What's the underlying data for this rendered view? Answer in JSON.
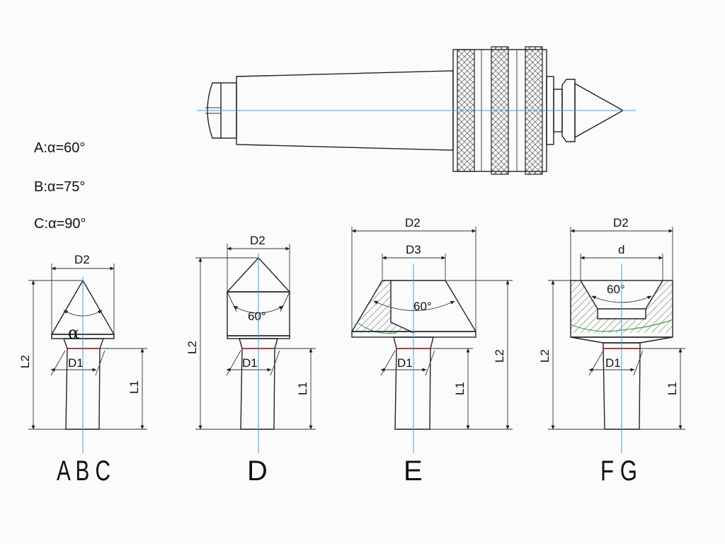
{
  "notes": {
    "a": "A:α=60°",
    "b": "B:α=75°",
    "c": "C:α=90°"
  },
  "labels": {
    "d2": "D2",
    "d1": "D1",
    "d3": "D3",
    "d": "d",
    "l1": "L1",
    "l2": "L2",
    "alpha": "α",
    "angle60": "60°"
  },
  "types": {
    "abc": "A B C",
    "d": "D",
    "e": "E",
    "fg": "F G"
  }
}
